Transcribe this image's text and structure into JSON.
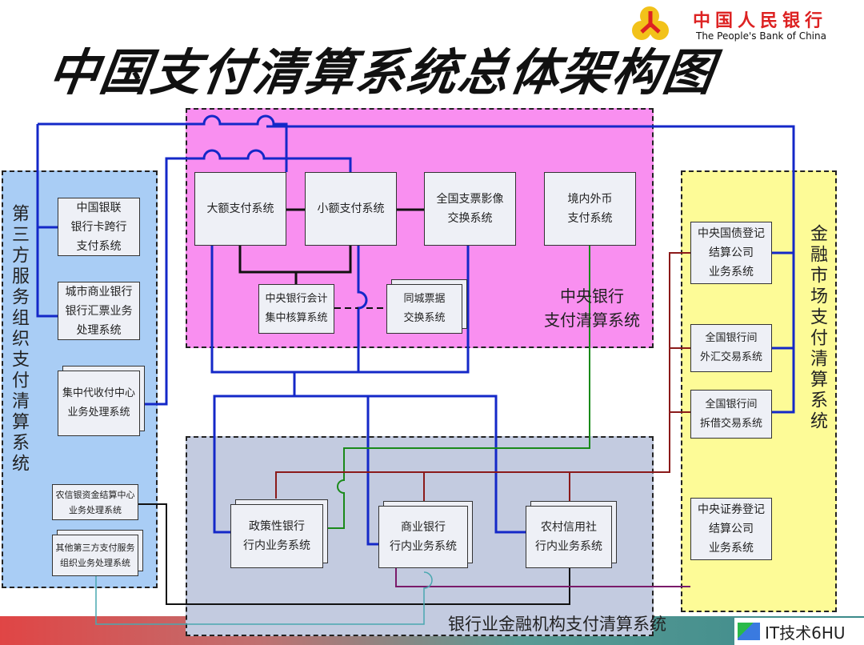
{
  "title": "中国支付清算系统总体架构图",
  "logo": {
    "cn": "中国人民银行",
    "en": "The People's Bank of China"
  },
  "central": {
    "label": "中央银行\n支付清算系统",
    "boxes": [
      "大额支付系统",
      "小额支付系统",
      "全国支票影像\n交换系统",
      "境内外币\n支付系统",
      "中央银行会计\n集中核算系统",
      "同城票据\n交换系统"
    ]
  },
  "third": {
    "label": "第三方服务组织支付清算系统",
    "boxes": [
      "中国银联\n银行卡跨行\n支付系统",
      "城市商业银行\n银行汇票业务\n处理系统",
      "集中代收付中心\n业务处理系统",
      "农信银资金结算中心\n业务处理系统",
      "其他第三方支付服务\n组织业务处理系统"
    ]
  },
  "market": {
    "label": "金融市场支付清算系统",
    "boxes": [
      "中央国债登记\n结算公司\n业务系统",
      "全国银行间\n外汇交易系统",
      "全国银行间\n拆借交易系统",
      "中央证券登记\n结算公司\n业务系统"
    ]
  },
  "bank": {
    "label": "银行业金融机构支付清算系统",
    "boxes": [
      "政策性银行\n行内业务系统",
      "商业银行\n行内业务系统",
      "农村信用社\n行内业务系统"
    ]
  },
  "watermark": "IT技术6HU",
  "colors": {
    "pink": "#f98ff0",
    "blue": "#a9cdf5",
    "yellow": "#fdfb97",
    "gray": "#c3cbe0",
    "line": "#1428c8"
  }
}
